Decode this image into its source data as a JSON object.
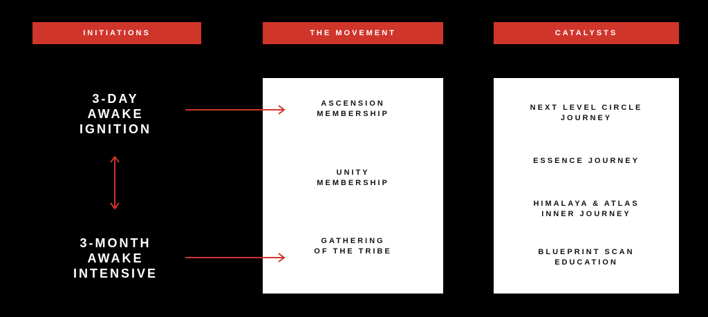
{
  "headers": {
    "initiations": "INITIATIONS",
    "movement": "THE MOVEMENT",
    "catalysts": "CATALYSTS"
  },
  "initiations": {
    "three_day": [
      "3-DAY",
      "AWAKE",
      "IGNITION"
    ],
    "three_month": [
      "3-MONTH",
      "AWAKE",
      "INTENSIVE"
    ]
  },
  "movement": [
    [
      "ASCENSION",
      "MEMBERSHIP"
    ],
    [
      "UNITY",
      "MEMBERSHIP"
    ],
    [
      "GATHERING",
      "OF THE TRIBE"
    ]
  ],
  "catalysts": [
    [
      "NEXT LEVEL CIRCLE",
      "JOURNEY"
    ],
    [
      "ESSENCE JOURNEY"
    ],
    [
      "HIMALAYA & ATLAS",
      "INNER JOURNEY"
    ],
    [
      "BLUEPRINT SCAN",
      "EDUCATION"
    ]
  ],
  "colors": {
    "accent": "#d0352b",
    "background": "#000000",
    "panel": "#ffffff"
  }
}
